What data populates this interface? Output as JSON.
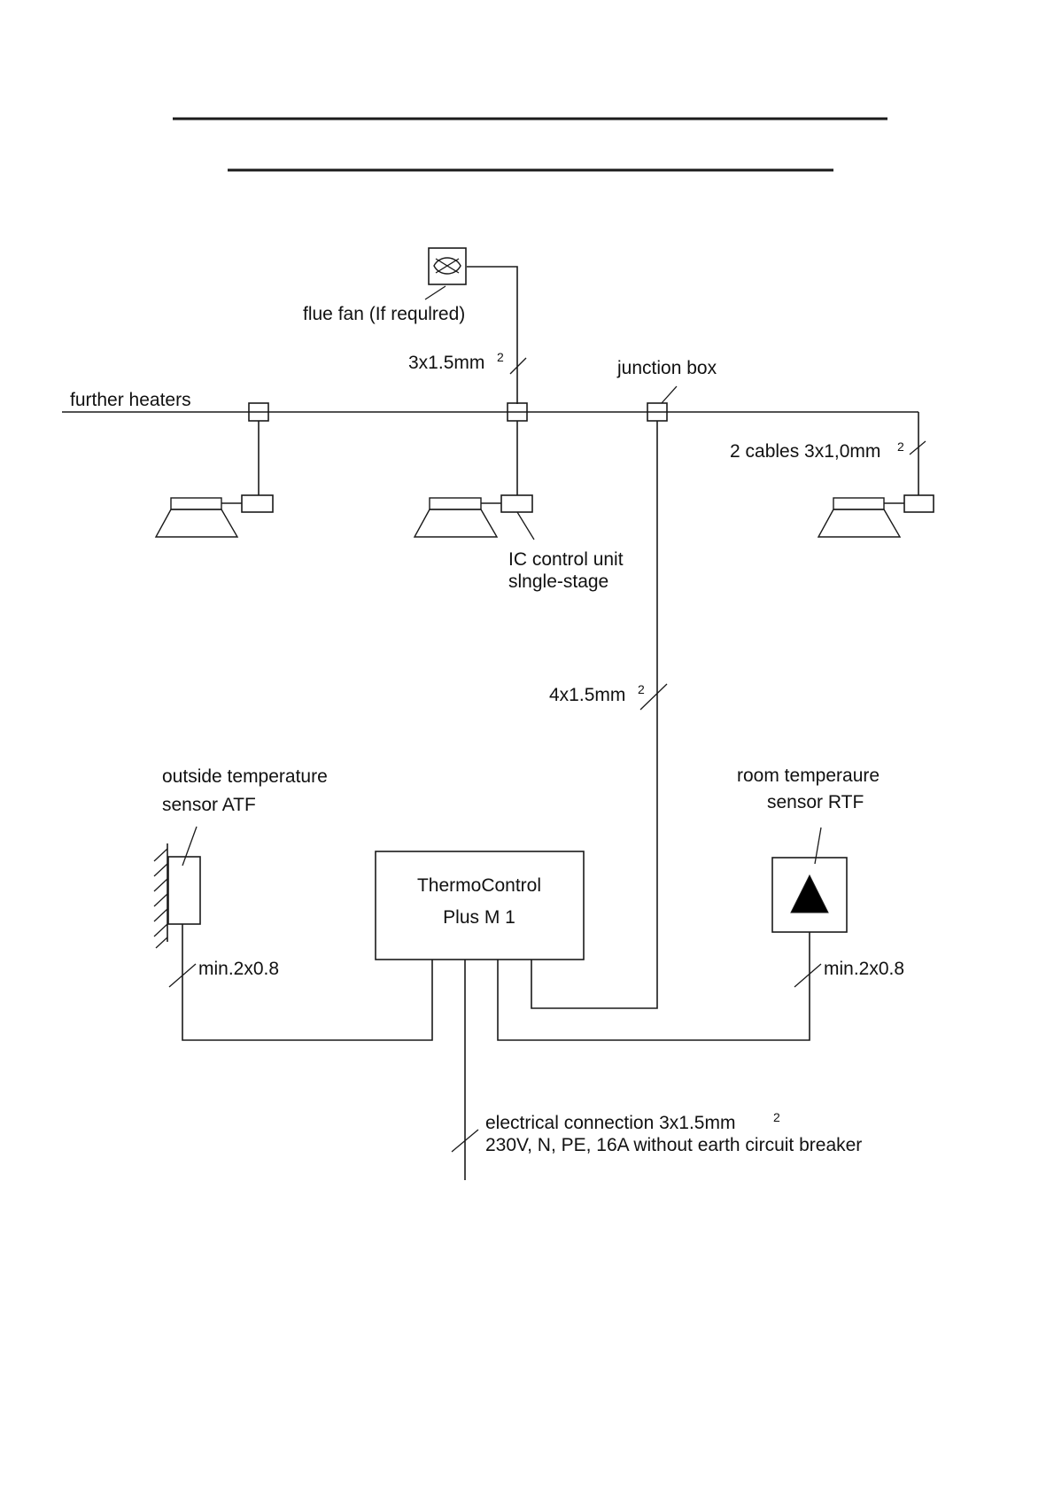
{
  "labels": {
    "further_heaters": "further heaters",
    "flue_fan": "flue fan (If requlred)",
    "flue_fan_cable": "3x1.5mm",
    "junction_box": "junction box",
    "two_cables": "2 cables 3x1,0mm",
    "ic_control_line1": "IC control unit",
    "ic_control_line2": "slngle-stage",
    "main_cable": "4x1.5mm",
    "outside_sensor_line1": "outside temperature",
    "outside_sensor_line2": "sensor ATF",
    "room_sensor_line1": "room temperaure",
    "room_sensor_line2": "sensor RTF",
    "controller_line1": "ThermoControl",
    "controller_line2": "Plus M 1",
    "outside_sensor_cable": "min.2x0.8",
    "room_sensor_cable": "min.2x0.8",
    "power_line1": "electrical connection 3x1.5mm",
    "power_line2": "230V, N, PE, 16A without earth circuit breaker",
    "superscript": "2"
  }
}
